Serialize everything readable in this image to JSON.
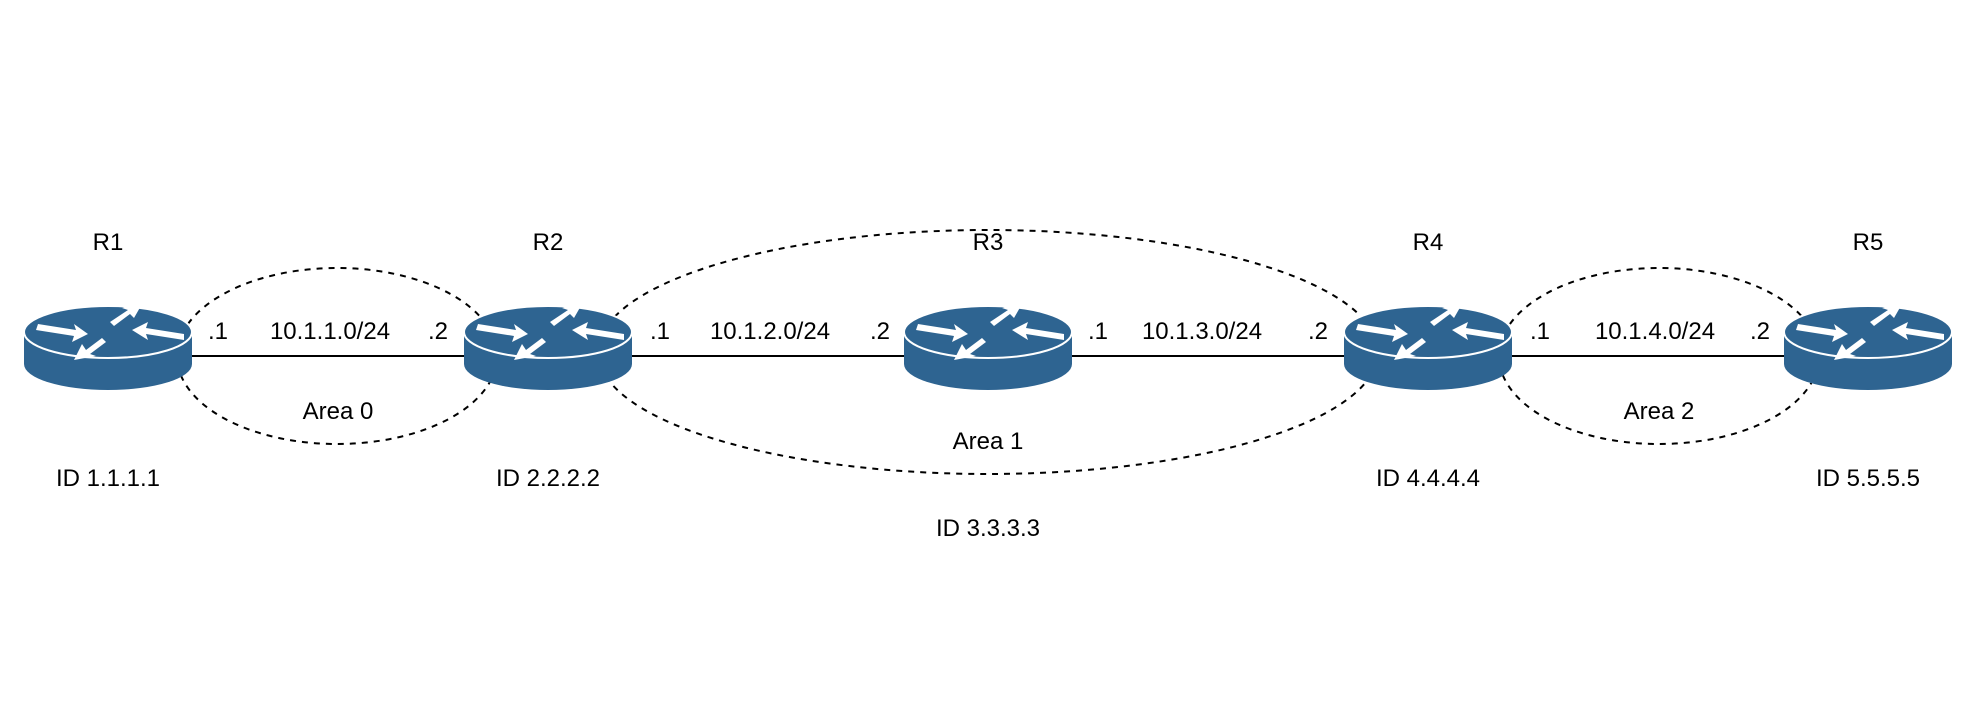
{
  "colors": {
    "router_body": "#2e6491",
    "router_top": "#2e6491",
    "router_arrows": "#ffffff",
    "lines": "#000000",
    "text": "#000000"
  },
  "routers": [
    {
      "name": "R1",
      "id_label": "ID 1.1.1.1",
      "icon": "router-icon"
    },
    {
      "name": "R2",
      "id_label": "ID 2.2.2.2",
      "icon": "router-icon"
    },
    {
      "name": "R3",
      "id_label": "ID 3.3.3.3",
      "icon": "router-icon"
    },
    {
      "name": "R4",
      "id_label": "ID 4.4.4.4",
      "icon": "router-icon"
    },
    {
      "name": "R5",
      "id_label": "ID 5.5.5.5",
      "icon": "router-icon"
    }
  ],
  "links": [
    {
      "from": "R1",
      "to": "R2",
      "subnet": "10.1.1.0/24",
      "left_host": ".1",
      "right_host": ".2"
    },
    {
      "from": "R2",
      "to": "R3",
      "subnet": "10.1.2.0/24",
      "left_host": ".1",
      "right_host": ".2"
    },
    {
      "from": "R3",
      "to": "R4",
      "subnet": "10.1.3.0/24",
      "left_host": ".1",
      "right_host": ".2"
    },
    {
      "from": "R4",
      "to": "R5",
      "subnet": "10.1.4.0/24",
      "left_host": ".1",
      "right_host": ".2"
    }
  ],
  "areas": [
    {
      "label": "Area 0",
      "members": [
        "R1",
        "R2"
      ]
    },
    {
      "label": "Area 1",
      "members": [
        "R2",
        "R3",
        "R4"
      ]
    },
    {
      "label": "Area 2",
      "members": [
        "R4",
        "R5"
      ]
    }
  ]
}
